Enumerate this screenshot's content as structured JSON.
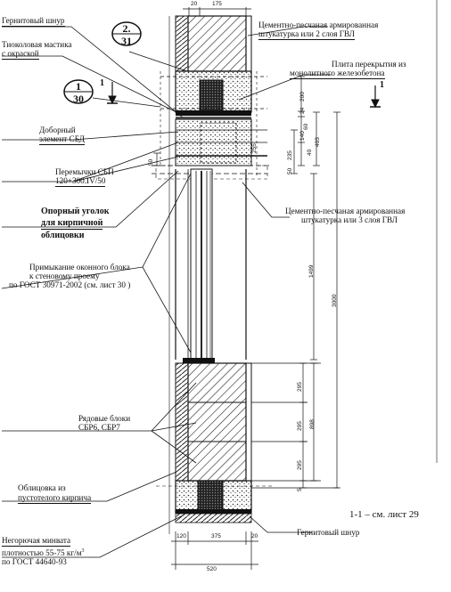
{
  "labels": {
    "gernit_top": "Гернитовый шнур",
    "tiokol": "Тиоколовая мастика",
    "tiokol2": "с окраской",
    "cement_top": "Цементно-песчаная армированная",
    "cement_top2": "штукатурка или 2 слоя ГВЛ",
    "slab": "Плита перекрытия из",
    "slab2": "монолитного железобетона",
    "dobor": "Доборный",
    "dobor2": "элемент СБД",
    "peremychki": "Перемычки СБП",
    "peremychki2": "120+300.IV/50",
    "ugolok": "Опорный уголок",
    "ugolok2": "для кирпичной",
    "ugolok3": "облицовки",
    "cement_mid": "Цементно-песчаная армированная",
    "cement_mid2": "штукатурка или 3 слоя ГВЛ",
    "primykanie": "Примыкание оконного блока",
    "primykanie2": "к стеновому проему",
    "primykanie3": "по ГОСТ 30971-2002 (см. лист 30 )",
    "ryadovye": "Рядовые блоки",
    "ryadovye2": "СБР6, СБР7",
    "oblicovka": "Облицовка из",
    "oblicovka2": "пустотелого кирпича",
    "section_ref": "1-1 – см. лист 29",
    "mineral": "Негорючая минвата",
    "mineral2": "плотностью 55-75 кг/м",
    "mineral_sup": "3",
    "mineral3": "по ГОСТ 44640-93",
    "gernit_bot": "Гернитовый шнур"
  },
  "bubbles": [
    {
      "top": "2.",
      "bottom": "31"
    },
    {
      "top": "1",
      "bottom": "30"
    }
  ],
  "section_marks": [
    "1",
    "1"
  ],
  "dimensions": {
    "top_20": "20",
    "top_175": "175",
    "d200": "200",
    "d24": "24",
    "d140": "140",
    "d40": "40",
    "d403": "403",
    "d235": "235",
    "d50a": "50",
    "d50b": "50",
    "d1499": "1499",
    "d3000": "3000",
    "d295a": "295",
    "d295b": "295",
    "d295c": "295",
    "d898": "898",
    "d5": "5",
    "b120": "120",
    "b375": "375",
    "b20": "20",
    "b520": "520",
    "d60": "60",
    "d255": "255"
  }
}
